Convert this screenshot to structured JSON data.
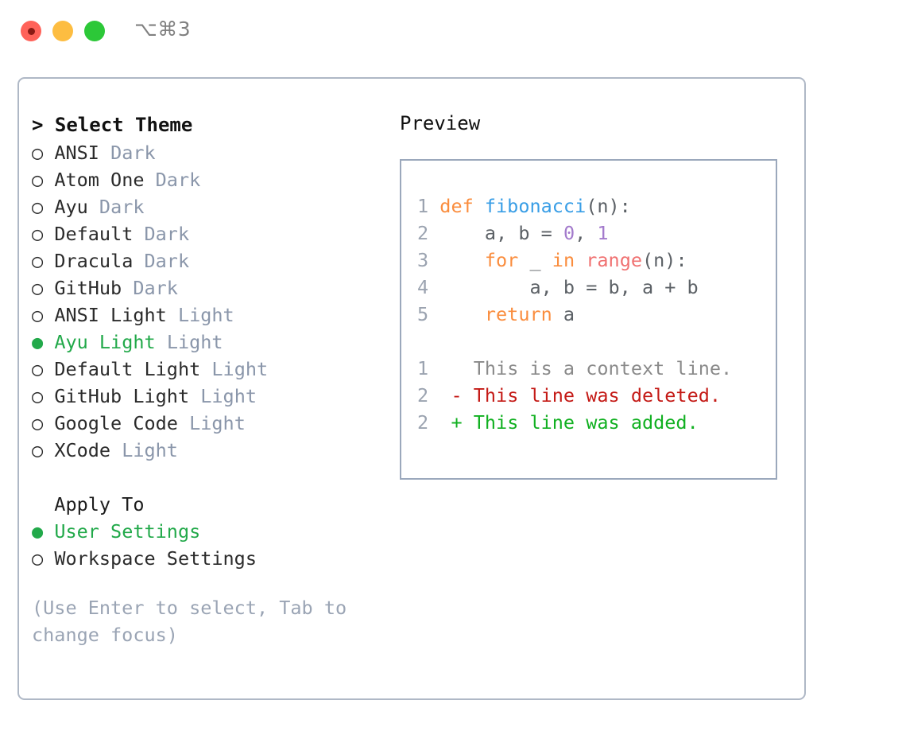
{
  "titlebar": {
    "shortcut": "⌥⌘3",
    "traffic_lights": [
      {
        "name": "close",
        "color": "#FF6259"
      },
      {
        "name": "minimize",
        "color": "#FDBD41"
      },
      {
        "name": "maximize",
        "color": "#2CC838"
      }
    ]
  },
  "theme_panel": {
    "header": "> Select Theme",
    "items": [
      {
        "bullet": "○",
        "label": "ANSI",
        "variant": "Dark",
        "selected": false
      },
      {
        "bullet": "○",
        "label": "Atom One",
        "variant": "Dark",
        "selected": false
      },
      {
        "bullet": "○",
        "label": "Ayu",
        "variant": "Dark",
        "selected": false
      },
      {
        "bullet": "○",
        "label": "Default",
        "variant": "Dark",
        "selected": false
      },
      {
        "bullet": "○",
        "label": "Dracula",
        "variant": "Dark",
        "selected": false
      },
      {
        "bullet": "○",
        "label": "GitHub",
        "variant": "Dark",
        "selected": false
      },
      {
        "bullet": "○",
        "label": "ANSI Light",
        "variant": "Light",
        "selected": false
      },
      {
        "bullet": "●",
        "label": "Ayu Light",
        "variant": "Light",
        "selected": true
      },
      {
        "bullet": "○",
        "label": "Default Light",
        "variant": "Light",
        "selected": false
      },
      {
        "bullet": "○",
        "label": "GitHub Light",
        "variant": "Light",
        "selected": false
      },
      {
        "bullet": "○",
        "label": "Google Code",
        "variant": "Light",
        "selected": false
      },
      {
        "bullet": "○",
        "label": "XCode",
        "variant": "Light",
        "selected": false
      }
    ]
  },
  "apply_to": {
    "header": "  Apply To",
    "options": [
      {
        "bullet": "●",
        "label": "User Settings",
        "selected": true
      },
      {
        "bullet": "○",
        "label": "Workspace Settings",
        "selected": false
      }
    ]
  },
  "help_hint": "(Use Enter to select, Tab to change focus)",
  "preview": {
    "title": "Preview",
    "code_lines": [
      {
        "number": "1",
        "tokens": [
          {
            "t": "def ",
            "c": "kw"
          },
          {
            "t": "fibonacci",
            "c": "fn"
          },
          {
            "t": "(n):",
            "c": "punct"
          }
        ]
      },
      {
        "number": "2",
        "tokens": [
          {
            "t": "    a, b = ",
            "c": "plain"
          },
          {
            "t": "0",
            "c": "num"
          },
          {
            "t": ", ",
            "c": "plain"
          },
          {
            "t": "1",
            "c": "num"
          }
        ]
      },
      {
        "number": "3",
        "tokens": [
          {
            "t": "    ",
            "c": "plain"
          },
          {
            "t": "for",
            "c": "kw"
          },
          {
            "t": " _ ",
            "c": "plain"
          },
          {
            "t": "in",
            "c": "kw"
          },
          {
            "t": " ",
            "c": "plain"
          },
          {
            "t": "range",
            "c": "builtin"
          },
          {
            "t": "(n):",
            "c": "punct"
          }
        ]
      },
      {
        "number": "4",
        "tokens": [
          {
            "t": "        a, b = b, a + b",
            "c": "plain"
          }
        ]
      },
      {
        "number": "5",
        "tokens": [
          {
            "t": "    ",
            "c": "plain"
          },
          {
            "t": "return",
            "c": "kw"
          },
          {
            "t": " a",
            "c": "plain"
          }
        ]
      }
    ],
    "diff_lines": [
      {
        "number": "1",
        "marker": " ",
        "text": "This is a context line.",
        "kind": "context"
      },
      {
        "number": "2",
        "marker": "-",
        "text": "This line was deleted.",
        "kind": "del"
      },
      {
        "number": "2",
        "marker": "+",
        "text": "This line was added.",
        "kind": "add"
      }
    ]
  },
  "colors": {
    "accent_green": "#22A94A",
    "variant_gray": "#8A96AA",
    "border": "#AFB8C6",
    "preview_border": "#9BA8BC",
    "keyword": "#FA8D3E",
    "function": "#399EE6",
    "number": "#A37ACC",
    "builtin": "#F07171",
    "diff_add": "#11B021",
    "diff_del": "#C41A16",
    "diff_context": "#8A8A8A"
  }
}
